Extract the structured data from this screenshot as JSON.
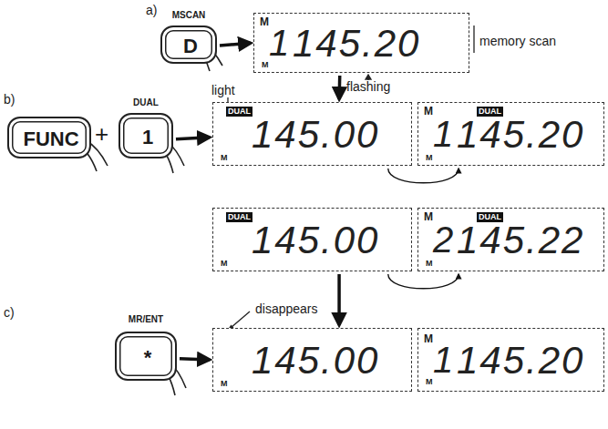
{
  "diagram": {
    "nodes": [
      {
        "text": [
          "MSCAN",
          "D"
        ]
      },
      {
        "text": [
          "M",
          "1",
          "145.20",
          "M"
        ]
      },
      {
        "text": [
          "FUNC"
        ]
      },
      {
        "text": [
          "DUAL",
          "1"
        ]
      },
      {
        "text": [
          "DUAL",
          "145.00",
          "M"
        ]
      },
      {
        "text": [
          "M",
          "DUAL",
          "1",
          "145.20",
          "M"
        ]
      },
      {
        "text": [
          "DUAL",
          "145.00",
          "M"
        ]
      },
      {
        "text": [
          "M",
          "DUAL",
          "2",
          "145.22",
          "M"
        ]
      },
      {
        "text": [
          "MR/ENT",
          "*"
        ]
      },
      {
        "text": [
          "145.00",
          "M"
        ]
      },
      {
        "text": [
          "M",
          "1",
          "145.20",
          "M"
        ]
      }
    ],
    "edges": [
      {
        "from": 0,
        "to": 1,
        "arrow": "to"
      },
      {
        "from": 1,
        "to": 4,
        "arrow": "to"
      },
      {
        "from": 3,
        "to": 4,
        "arrow": "to"
      },
      {
        "from": 4,
        "to": 5,
        "arrow": "to"
      },
      {
        "from": 6,
        "to": 7,
        "arrow": "to"
      },
      {
        "from": 6,
        "to": 9,
        "arrow": "to"
      },
      {
        "from": 8,
        "to": 9,
        "arrow": "to"
      }
    ],
    "labels": [
      "a)",
      "b)",
      "c)",
      "+",
      "memory scan",
      "flashing",
      "light",
      "disappears"
    ]
  }
}
